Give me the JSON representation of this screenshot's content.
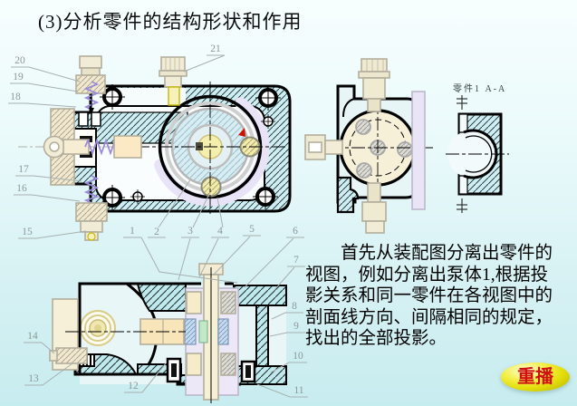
{
  "title": "(3)分析零件的结构形状和作用",
  "paragraph": {
    "lines": [
      "　　首先从装配图分离出零件的",
      "视图，例如分离出泵体1,根据投",
      "影关系和同一零件在各视图中的",
      "剖面线方向、间隔相同的规定，",
      "找出的全部投影。"
    ]
  },
  "section_view": {
    "label": "零件1  A-A"
  },
  "replay": {
    "label": "重播"
  },
  "callouts": {
    "labels": [
      "1",
      "2",
      "3",
      "4",
      "5",
      "6",
      "7",
      "8",
      "9",
      "10",
      "11",
      "12",
      "13",
      "14",
      "15",
      "16",
      "17",
      "18",
      "19",
      "20",
      "21"
    ]
  },
  "colors": {
    "background_top": "#f7fefe",
    "background_bottom": "#c7ecef",
    "section_cyan": "#cdeff3",
    "ghost_tan": "#f0e8cf",
    "cream_part": "#f8e6ba",
    "lavender_part": "#e9e3f7",
    "spring_purple": "#9b8cd8",
    "pale_yellow": "#f5efad",
    "button_yellow": "#e3de0a",
    "button_text_red": "#cf1111",
    "leader_gray": "#a7b0b0"
  }
}
